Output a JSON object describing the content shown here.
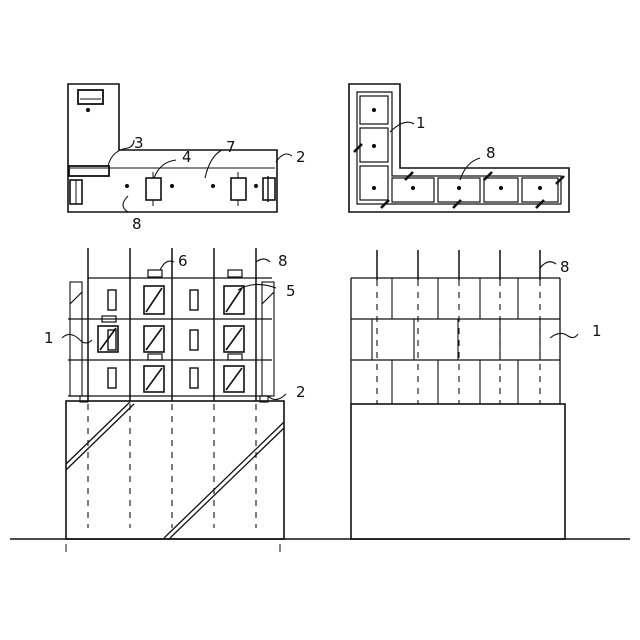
{
  "labels": {
    "l1_top": "1",
    "l2_top": "2",
    "l3_top": "3",
    "l4_top": "4",
    "l7_top": "7",
    "l8_top_left": "8",
    "l8_top_right": "8",
    "l6_bottom": "6",
    "l8_bottom_left": "8",
    "l5_bottom": "5",
    "l1_bottom_left": "1",
    "l2_bottom": "2",
    "l8_bottom_right": "8",
    "l1_bottom_right": "1"
  },
  "colors": {
    "line": "#111111",
    "background": "#ffffff"
  }
}
